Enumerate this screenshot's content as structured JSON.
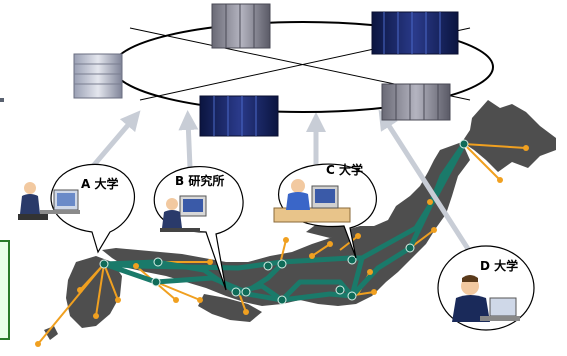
{
  "labels": {
    "univ_a": "A 大学",
    "inst_b": "B 研究所",
    "univ_c": "C 大学",
    "univ_d": "D 大学"
  },
  "icons": {
    "servers": [
      "server-rack-icon",
      "supercomputer-icon"
    ],
    "users": [
      "desktop-user-icon",
      "workstation-user-icon",
      "laptop-user-icon"
    ]
  },
  "colors": {
    "map_land": "#4e4e4e",
    "backbone": "#1a7a6a",
    "node": "#0f6b58",
    "access_line": "#f0a020",
    "access_node": "#f0a020",
    "arrow": "#c8cdd6",
    "ring": "#000000"
  }
}
